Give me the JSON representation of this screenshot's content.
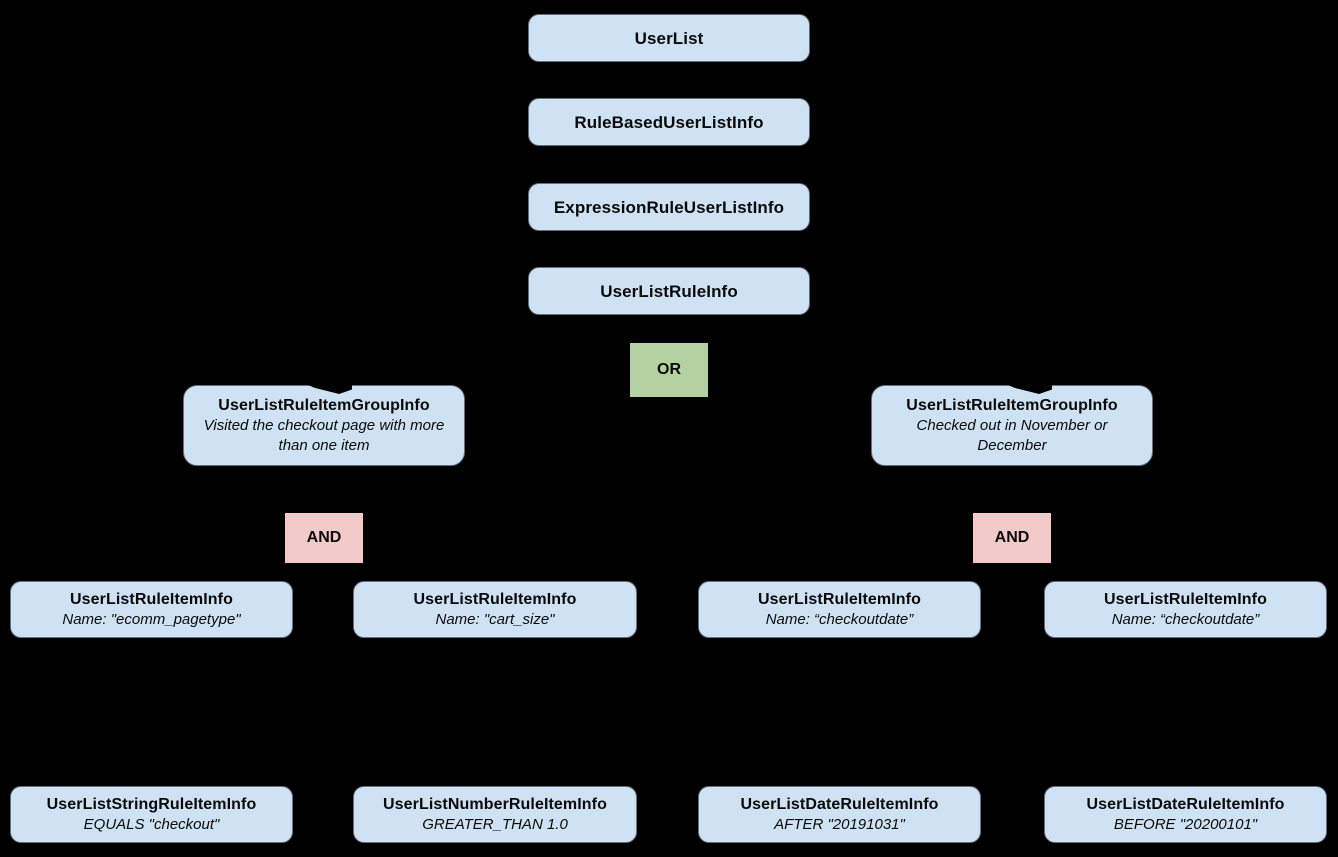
{
  "diagram": {
    "background_color": "#000000",
    "node_fill_color": "#cfe2f3",
    "or_fill_color": "#b3d1a1",
    "and_fill_color": "#f2caca",
    "chain": [
      {
        "label": "UserList"
      },
      {
        "label": "RuleBasedUserListInfo"
      },
      {
        "label": "ExpressionRuleUserListInfo"
      },
      {
        "label": "UserListRuleInfo"
      }
    ],
    "operators": {
      "or": "OR",
      "and_left": "AND",
      "and_right": "AND"
    },
    "groups": [
      {
        "title": "UserListRuleItemGroupInfo",
        "description": "Visited the checkout page with more than one item"
      },
      {
        "title": "UserListRuleItemGroupInfo",
        "description": "Checked out in November or December"
      }
    ],
    "rule_items": [
      {
        "title": "UserListRuleItemInfo",
        "detail": "Name: \"ecomm_pagetype\""
      },
      {
        "title": "UserListRuleItemInfo",
        "detail": "Name: \"cart_size\""
      },
      {
        "title": "UserListRuleItemInfo",
        "detail": "Name: “checkoutdate”"
      },
      {
        "title": "UserListRuleItemInfo",
        "detail": "Name: “checkoutdate”"
      }
    ],
    "leaf_items": [
      {
        "title": "UserListStringRuleItemInfo",
        "detail": "EQUALS \"checkout\""
      },
      {
        "title": "UserListNumberRuleItemInfo",
        "detail": "GREATER_THAN 1.0"
      },
      {
        "title": "UserListDateRuleItemInfo",
        "detail": "AFTER \"20191031\""
      },
      {
        "title": "UserListDateRuleItemInfo",
        "detail": "BEFORE \"20200101\""
      }
    ]
  }
}
